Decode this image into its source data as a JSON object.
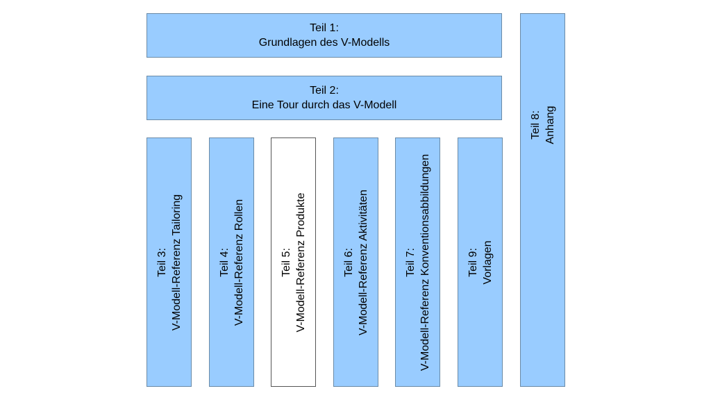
{
  "diagram": {
    "colors": {
      "box_fill": "#99ccff",
      "box_border": "#6a8aa6",
      "highlight_fill": "#ffffff"
    },
    "teil1": {
      "line1": "Teil 1:",
      "line2": "Grundlagen des V-Modells"
    },
    "teil2": {
      "line1": "Teil 2:",
      "line2": "Eine Tour durch das V-Modell"
    },
    "teil3": {
      "line1": "Teil 3:",
      "line2": "V-Modell-Referenz Tailoring"
    },
    "teil4": {
      "line1": "Teil 4:",
      "line2": "V-Modell-Referenz Rollen"
    },
    "teil5": {
      "line1": "Teil 5:",
      "line2": "V-Modell-Referenz Produkte"
    },
    "teil6": {
      "line1": "Teil 6:",
      "line2": "V-Modell-Referenz Aktivitäten"
    },
    "teil7": {
      "line1": "Teil 7:",
      "line2": "V-Modell-Referenz Konventionsabbildungen"
    },
    "teil9": {
      "line1": "Teil 9:",
      "line2": "Vorlagen"
    },
    "teil8": {
      "line1": "Teil 8:",
      "line2": "Anhang"
    }
  }
}
